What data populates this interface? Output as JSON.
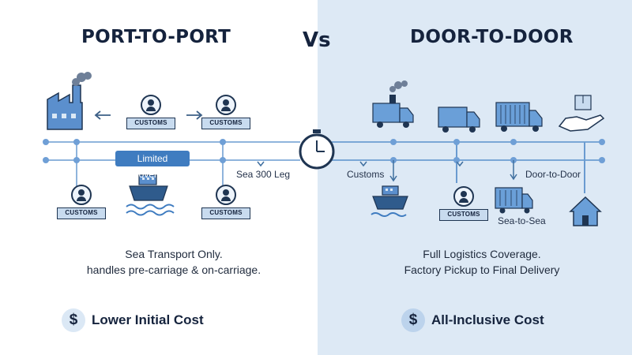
{
  "left": {
    "title": "PORT-TO-PORT",
    "coverage_label": "Limited Coverage",
    "leg_label": "Sea 300 Leg",
    "customs_tag": "CUSTOMS",
    "caption_line1": "Sea Transport Only.",
    "caption_line2": "handles pre-carriage & on-carriage.",
    "cost_symbol": "$",
    "cost_label": "Lower Initial Cost"
  },
  "vs": "Vs",
  "right": {
    "title": "DOOR-TO-DOOR",
    "customs_label": "Customs",
    "door_label": "Door-to-Door",
    "sea_label": "Sea-to-Sea",
    "customs_tag": "CUSTOMS",
    "caption_line1": "Full Logistics Coverage.",
    "caption_line2": "Factory Pickup to Final Delivery",
    "cost_symbol": "$",
    "cost_label": "All-Inclusive Cost"
  },
  "colors": {
    "left_bg": "#ffffff",
    "right_bg": "#dde9f5",
    "accent": "#3f7cc0",
    "icon_fill": "#5b8fcd",
    "dark": "#15233d"
  },
  "icons": [
    "factory-icon",
    "customs-icon",
    "ship-icon",
    "stopwatch-icon",
    "truck-icon",
    "container-truck-icon",
    "hand-package-icon",
    "house-icon",
    "dollar-icon",
    "arrow-left-icon",
    "arrow-right-icon",
    "arrow-down-icon"
  ]
}
